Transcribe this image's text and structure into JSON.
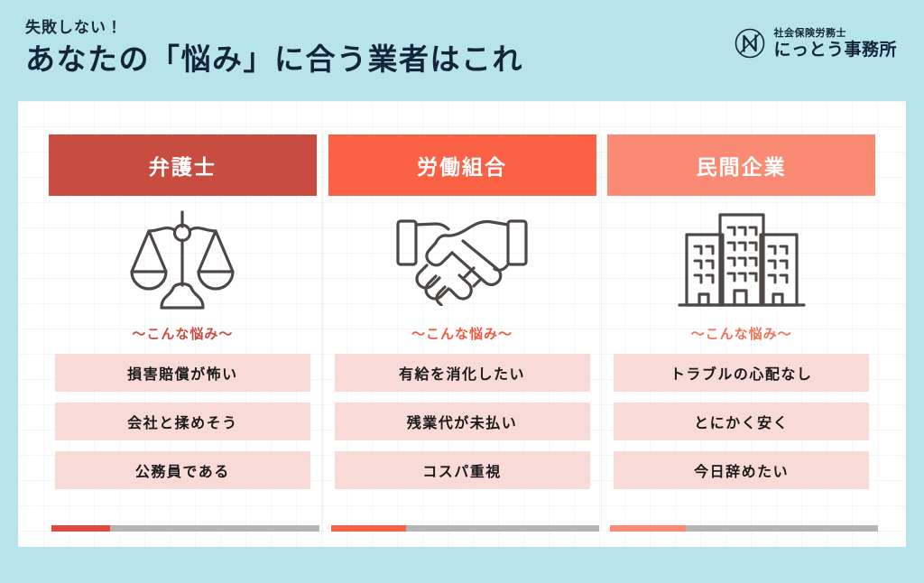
{
  "header": {
    "kicker": "失敗しない！",
    "title": "あなたの「悩み」に合う業者はこれ",
    "logo": {
      "small_text": "社会保険労務士",
      "large_text": "にっとう事務所",
      "mark": "circle-n-monogram-icon"
    }
  },
  "colors": {
    "page_background": "#b6e4ea",
    "card_background": "#ffffff",
    "title_text": "#13253a",
    "column1_accent": "#c94c40",
    "column2_accent": "#fb6144",
    "column3_accent": "#fb8a74",
    "pill_background": "#f8dbd6",
    "pill_text": "#1a1a1a",
    "icon_stroke": "#4d4845",
    "progress_track": "#b5b5b5"
  },
  "columns": [
    {
      "title": "弁護士",
      "accent": "#c94c40",
      "worry_label": "〜こんな悩み〜",
      "worry_label_color": "#c94c40",
      "icon": "balance-scale-icon",
      "items": [
        "損害賠償が怖い",
        "会社と揉めそう",
        "公務員である"
      ],
      "progress_percent": 22
    },
    {
      "title": "労働組合",
      "accent": "#fb6144",
      "worry_label": "〜こんな悩み〜",
      "worry_label_color": "#ef5b42",
      "icon": "handshake-icon",
      "items": [
        "有給を消化したい",
        "残業代が未払い",
        "コスパ重視"
      ],
      "progress_percent": 28
    },
    {
      "title": "民間企業",
      "accent": "#fb8a74",
      "worry_label": "〜こんな悩み〜",
      "worry_label_color": "#f2725a",
      "icon": "office-buildings-icon",
      "items": [
        "トラブルの心配なし",
        "とにかく安く",
        "今日辞めたい"
      ],
      "progress_percent": 28
    }
  ]
}
